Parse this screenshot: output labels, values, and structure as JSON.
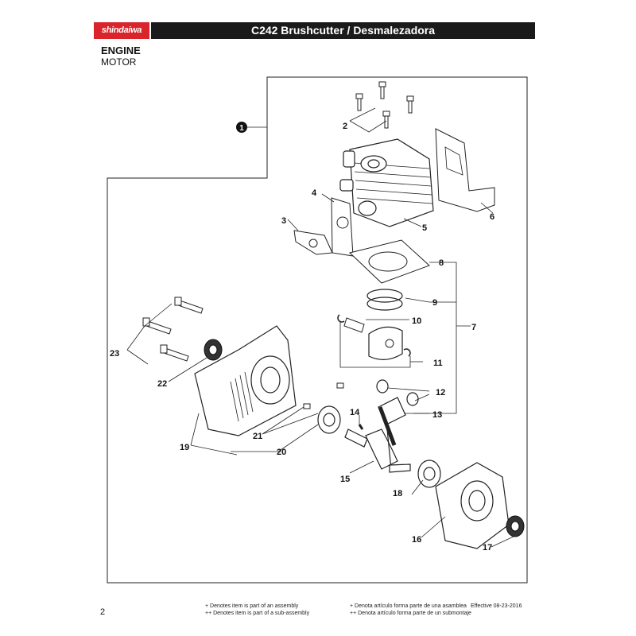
{
  "header": {
    "brand": "shindaiwa",
    "title": "C242 Brushcutter / Desmalezadora"
  },
  "section": {
    "title_en": "ENGINE",
    "title_es": "MOTOR"
  },
  "callouts": [
    "1",
    "2",
    "3",
    "4",
    "5",
    "6",
    "7",
    "8",
    "9",
    "10",
    "11",
    "12",
    "13",
    "14",
    "15",
    "16",
    "17",
    "18",
    "19",
    "20",
    "21",
    "22",
    "23"
  ],
  "footer": {
    "page_number": "2",
    "note_en_1": "+ Denotes item is part of an assembly",
    "note_en_2": "++ Denotes item is part of a sub-assembly",
    "note_es_1": "+ Denota artículo forma parte de una asamblea",
    "note_es_2": "++ Denota artículo forma parte de un submontaje",
    "effective": "Effective 08-23-2016"
  },
  "colors": {
    "brand_red": "#d8242a",
    "title_bar": "#1a1a1a"
  }
}
